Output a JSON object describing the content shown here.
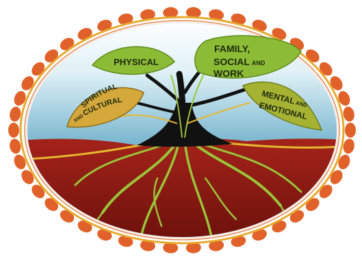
{
  "leaves": {
    "physical": "PHYSICAL",
    "family": "FAMILY,",
    "social_and_work_line1_main": "SOCIAL",
    "social_and_work_line1_small": "AND",
    "social_and_work_line2": "WORK",
    "mental_line1_main": "MENTAL",
    "mental_line1_small": "AND",
    "mental_line2": "EMOTIONAL",
    "spiritual_line1": "SPIRITUAL",
    "spiritual_line2_small": "AND",
    "spiritual_line2_main": "CULTURAL"
  },
  "colors": {
    "dots": "#e0622a",
    "sky_top": "#eaf6fb",
    "sky_bottom": "#5ea9c8",
    "soil": "#8a1a12",
    "soil_dark": "#6e120c",
    "leaf_green": "#8cbb36",
    "leaf_olive": "#a6b232",
    "leaf_gold": "#d4a83a",
    "trunk": "#111111",
    "root_green": "#9ac43a",
    "root_gold": "#e6b830",
    "ring_white": "#f4f0ee",
    "ring_gold": "#e7a92e"
  }
}
